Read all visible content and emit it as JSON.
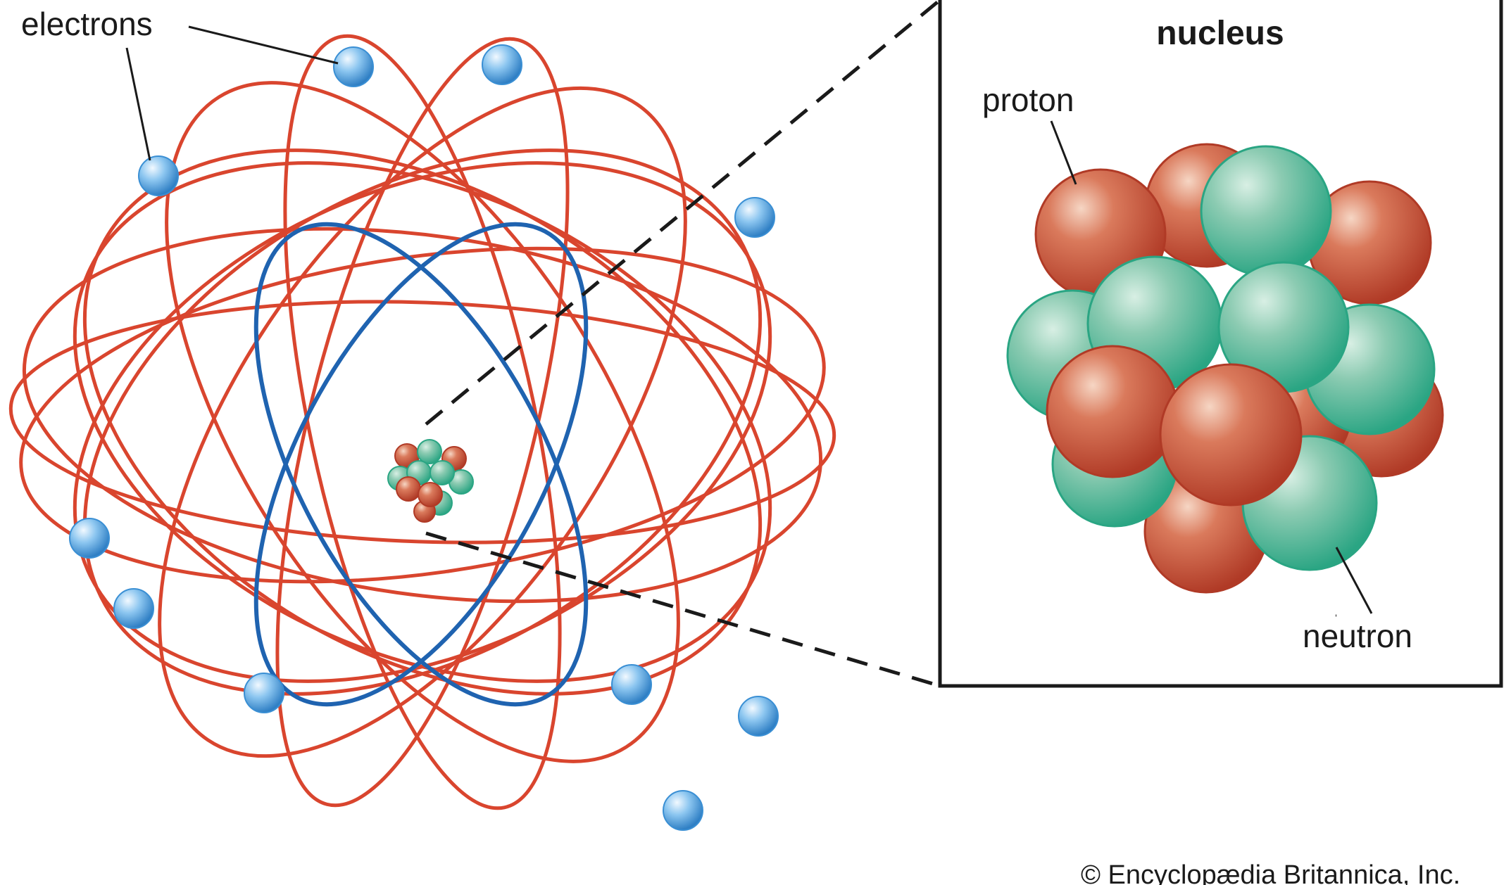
{
  "labels": {
    "electrons": "electrons",
    "nucleus": "nucleus",
    "proton": "proton",
    "neutron": "neutron"
  },
  "copyright": "© Encyclopædia Britannica, Inc.",
  "colors": {
    "outer_orbit": "#d9452e",
    "inner_orbit": "#1f63b0",
    "electron": "#5aa8e6",
    "proton": "#c9523c",
    "neutron": "#3fb595",
    "box_border": "#1a1a1a"
  }
}
